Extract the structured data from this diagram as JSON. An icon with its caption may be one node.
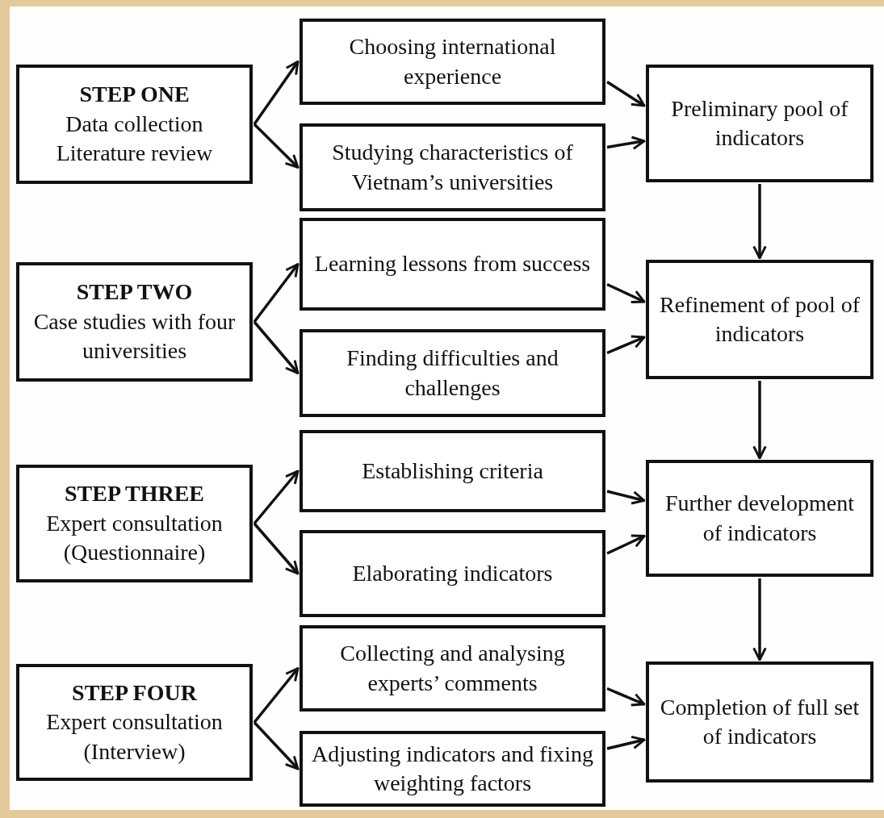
{
  "diagram": {
    "nodes": [
      {
        "text": [
          "STEP ONE",
          "Data collection Literature review"
        ]
      },
      {
        "text": [
          "Choosing international experience"
        ]
      },
      {
        "text": [
          "Studying characteristics of Vietnam’s universities"
        ]
      },
      {
        "text": [
          "Preliminary pool of indicators"
        ]
      },
      {
        "text": [
          "STEP TWO",
          "Case studies with four universities"
        ]
      },
      {
        "text": [
          "Learning lessons from success"
        ]
      },
      {
        "text": [
          "Finding difficulties and challenges"
        ]
      },
      {
        "text": [
          "Refinement of pool of indicators"
        ]
      },
      {
        "text": [
          "STEP THREE",
          "Expert consultation (Questionnaire)"
        ]
      },
      {
        "text": [
          "Establishing criteria"
        ]
      },
      {
        "text": [
          "Elaborating indicators"
        ]
      },
      {
        "text": [
          "Further development of indicators"
        ]
      },
      {
        "text": [
          "STEP FOUR",
          "Expert consultation (Interview)"
        ]
      },
      {
        "text": [
          "Collecting and analysing experts’ comments"
        ]
      },
      {
        "text": [
          "Adjusting indicators and fixing weighting factors"
        ]
      },
      {
        "text": [
          "Completion of full set of indicators"
        ]
      }
    ],
    "edges": [
      {
        "from": 0,
        "to": 1,
        "arrow": "to"
      },
      {
        "from": 0,
        "to": 2,
        "arrow": "to"
      },
      {
        "from": 1,
        "to": 3,
        "arrow": "to"
      },
      {
        "from": 2,
        "to": 3,
        "arrow": "to"
      },
      {
        "from": 3,
        "to": 7,
        "arrow": "to"
      },
      {
        "from": 4,
        "to": 5,
        "arrow": "to"
      },
      {
        "from": 4,
        "to": 6,
        "arrow": "to"
      },
      {
        "from": 5,
        "to": 7,
        "arrow": "to"
      },
      {
        "from": 6,
        "to": 7,
        "arrow": "to"
      },
      {
        "from": 7,
        "to": 11,
        "arrow": "to"
      },
      {
        "from": 8,
        "to": 9,
        "arrow": "to"
      },
      {
        "from": 8,
        "to": 10,
        "arrow": "to"
      },
      {
        "from": 9,
        "to": 11,
        "arrow": "to"
      },
      {
        "from": 10,
        "to": 11,
        "arrow": "to"
      },
      {
        "from": 11,
        "to": 15,
        "arrow": "to"
      },
      {
        "from": 12,
        "to": 13,
        "arrow": "to"
      },
      {
        "from": 12,
        "to": 14,
        "arrow": "to"
      },
      {
        "from": 13,
        "to": 15,
        "arrow": "to"
      },
      {
        "from": 14,
        "to": 15,
        "arrow": "to"
      }
    ]
  }
}
